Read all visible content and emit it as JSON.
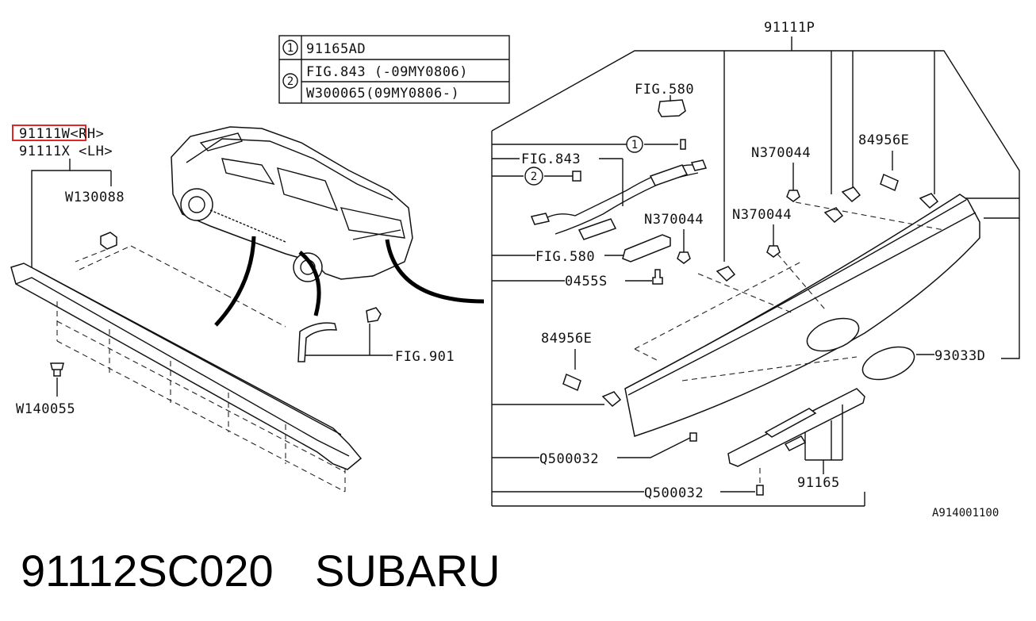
{
  "legend": {
    "rows": [
      {
        "num": "1",
        "text": "91165AD"
      },
      {
        "num": "2",
        "text": "FIG.843  (-09MY0806)"
      },
      {
        "num": "",
        "text": "W300065(09MY0806-)"
      }
    ]
  },
  "labels": {
    "part_rh": "91111W<RH>",
    "part_lh": "91111X <LH>",
    "w130088": "W130088",
    "w140055": "W140055",
    "fig901": "FIG.901",
    "p91111p": "91111P",
    "fig580_top": "FIG.580",
    "callout1": "1",
    "fig843": "FIG.843",
    "callout2": "2",
    "n370044_a": "N370044",
    "n370044_b": "N370044",
    "n370044_c": "N370044",
    "p84956e_top": "84956E",
    "fig580_mid": "FIG.580",
    "p0455s": "0455S",
    "p84956e_bottom": "84956E",
    "p93033d": "93033D",
    "q500032_a": "Q500032",
    "q500032_b": "Q500032",
    "p91165": "91165",
    "ref": "A914001100"
  },
  "footer": {
    "part_number": "91112SC020",
    "brand": "SUBARU"
  },
  "highlight_color": "#e0262a"
}
